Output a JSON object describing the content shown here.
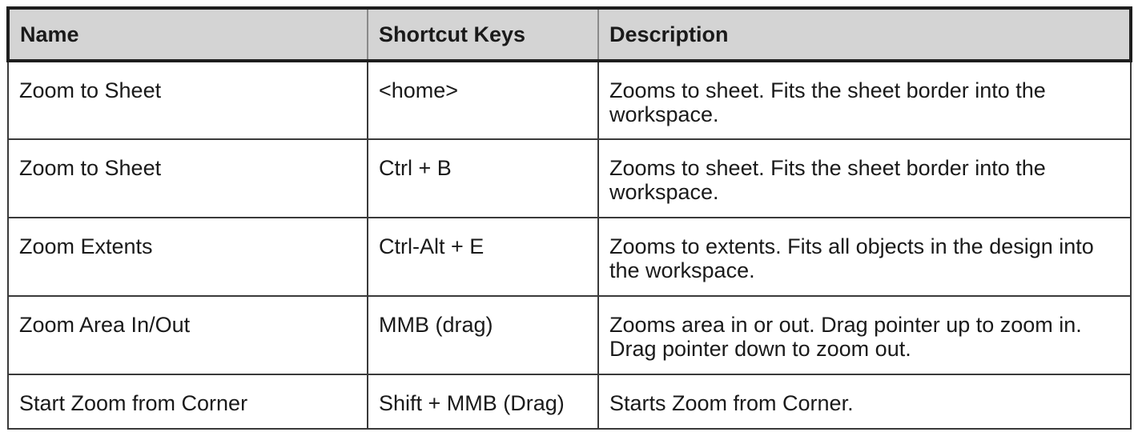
{
  "table": {
    "headers": {
      "name": "Name",
      "keys": "Shortcut Keys",
      "description": "Description"
    },
    "rows": [
      {
        "name": "Zoom to Sheet",
        "keys": "<home>",
        "description": "Zooms to sheet. Fits the sheet border into the workspace."
      },
      {
        "name": "Zoom to Sheet",
        "keys": "Ctrl + B",
        "description": "Zooms to sheet. Fits the sheet border into the workspace."
      },
      {
        "name": "Zoom Extents",
        "keys": "Ctrl-Alt + E",
        "description": "Zooms to extents. Fits all objects in the design into the workspace."
      },
      {
        "name": "Zoom Area In/Out",
        "keys": "MMB (drag)",
        "description": "Zooms area in or out. Drag pointer up to zoom in. Drag pointer down to zoom out."
      },
      {
        "name": "Start Zoom from Corner",
        "keys": "Shift + MMB (Drag)",
        "description": "Starts Zoom from Corner."
      }
    ]
  },
  "colors": {
    "header_background": "#d4d4d4",
    "border": "#1e1e1e",
    "text": "#1a1a1a"
  }
}
